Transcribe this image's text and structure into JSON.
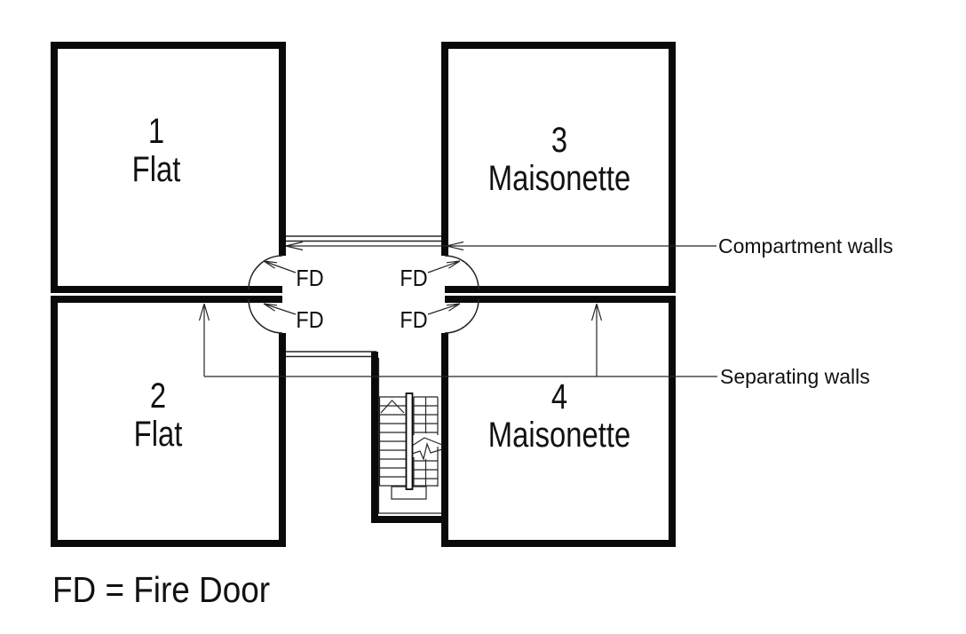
{
  "figure": {
    "type": "floor-plan",
    "units": [
      {
        "number": "1",
        "type": "Flat"
      },
      {
        "number": "2",
        "type": "Flat"
      },
      {
        "number": "3",
        "type": "Maisonette"
      },
      {
        "number": "4",
        "type": "Maisonette"
      }
    ],
    "fire_doors": [
      {
        "label": "FD"
      },
      {
        "label": "FD"
      },
      {
        "label": "FD"
      },
      {
        "label": "FD"
      }
    ],
    "annotations": {
      "compartment_walls": "Compartment walls",
      "separating_walls": "Separating walls"
    },
    "legend": "FD = Fire Door",
    "colors": {
      "wall": "#0a0a0a",
      "thin_line": "#262626",
      "background": "#ffffff",
      "text": "#111111"
    }
  }
}
